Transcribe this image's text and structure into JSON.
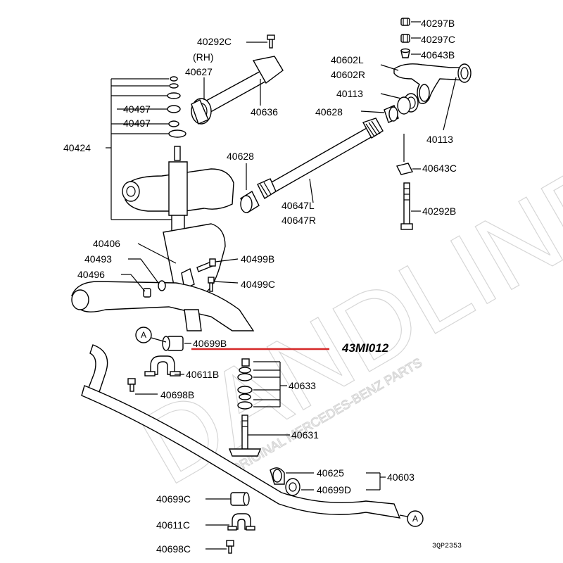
{
  "diagram": {
    "watermark": "DANDLINE",
    "watermark_tagline": "ORIGINAL MERCEDES-BENZ PARTS",
    "catalog_ref": "43MI012",
    "drawing_code": "3QP2353",
    "accent_color": "#d62828",
    "circle_marker": "A",
    "labels": {
      "p40297B": "40297B",
      "p40297C": "40297C",
      "p40643B": "40643B",
      "p40292C": "40292C",
      "rh": "(RH)",
      "p40627": "40627",
      "p40602L": "40602L",
      "p40602R": "40602R",
      "p40113a": "40113",
      "p40628a": "40628",
      "p40113b": "40113",
      "p40497a": "40497",
      "p40497b": "40497",
      "p40636": "40636",
      "p40424": "40424",
      "p40628b": "40628",
      "p40643C": "40643C",
      "p40647L": "40647L",
      "p40647R": "40647R",
      "p40292B": "40292B",
      "p40406": "40406",
      "p40493": "40493",
      "p40499B": "40499B",
      "p40496": "40496",
      "p40499C": "40499C",
      "p40699B": "40699B",
      "p40611B": "40611B",
      "p40633": "40633",
      "p40698B": "40698B",
      "p40631": "40631",
      "p40625": "40625",
      "p40603": "40603",
      "p40699D": "40699D",
      "p40699C": "40699C",
      "p40611C": "40611C",
      "p40698C": "40698C"
    }
  }
}
